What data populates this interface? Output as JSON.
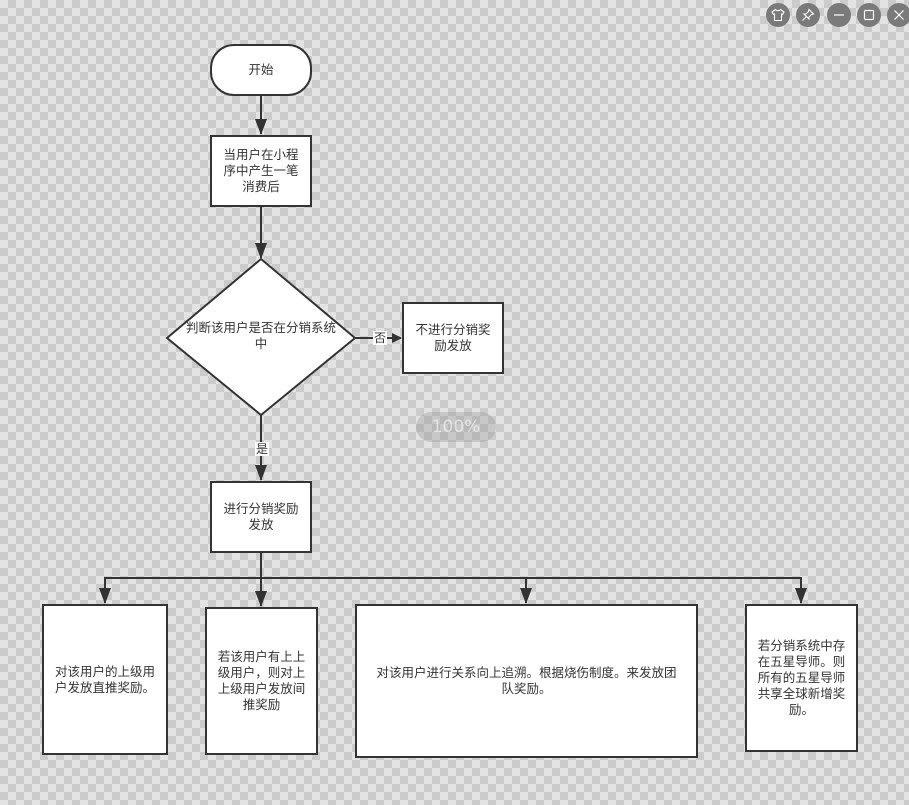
{
  "window_controls": [
    {
      "name": "skin",
      "icon": "shirt-icon"
    },
    {
      "name": "pin",
      "icon": "pin-icon"
    },
    {
      "name": "minimize",
      "icon": "minimize-icon"
    },
    {
      "name": "maximize",
      "icon": "maximize-icon"
    },
    {
      "name": "close",
      "icon": "close-icon"
    }
  ],
  "zoom_level": "100%",
  "flowchart": {
    "start": {
      "label": "开始"
    },
    "consume": {
      "lines": [
        "当用户在小程",
        "序中产生一笔",
        "消费后"
      ]
    },
    "decision": {
      "lines": [
        "判断该用户是否在分销系统",
        "中"
      ]
    },
    "no_reward": {
      "lines": [
        "不进行分销奖",
        "励发放"
      ]
    },
    "edge_no": "否",
    "edge_yes": "是",
    "reward": {
      "lines": [
        "进行分销奖励",
        "发放"
      ]
    },
    "branches": [
      {
        "lines": [
          "对该用户的上级用",
          "户发放直推奖励。"
        ]
      },
      {
        "lines": [
          "若该用户有上上",
          "级用户，则对上",
          "上级用户发放间",
          "推奖励"
        ]
      },
      {
        "lines": [
          "对该用户进行关系向上追溯。根据烧伤制度。来发放团",
          "队奖励。"
        ]
      },
      {
        "lines": [
          "若分销系统中存",
          "在五星导师。则",
          "所有的五星导师",
          "共享全球新增奖",
          "励。"
        ]
      }
    ]
  },
  "colors": {
    "stroke": "#333333",
    "node_fill": "#ffffff",
    "checker_light": "#e3e3e3",
    "checker_dark": "#cbcbcb",
    "control_bg": "#7a7a7a"
  }
}
